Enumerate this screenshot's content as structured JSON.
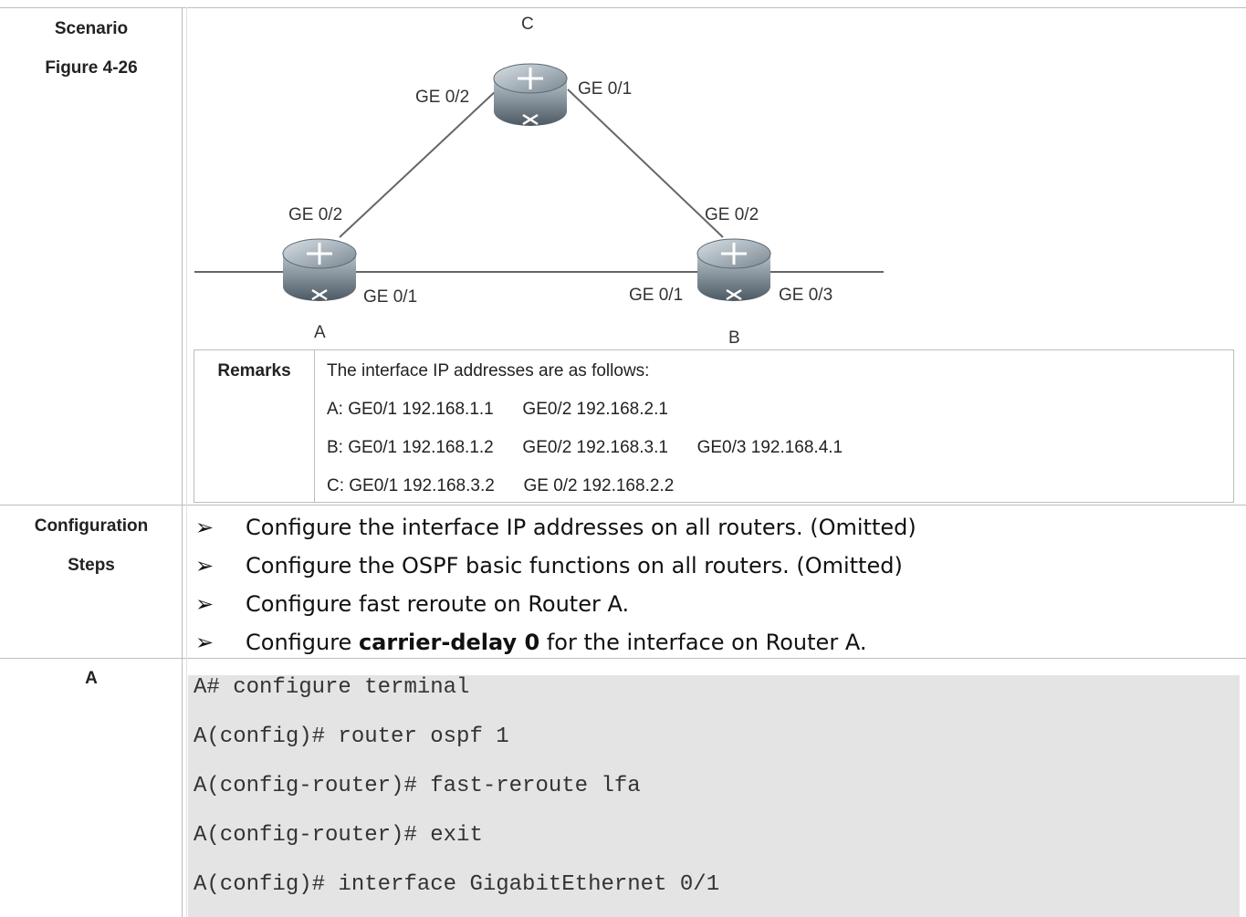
{
  "rows": {
    "scenario": {
      "labels": [
        "Scenario",
        "Figure 4-26"
      ]
    },
    "config_steps": {
      "labels": [
        "Configuration",
        "Steps"
      ]
    },
    "a": {
      "label": "A"
    }
  },
  "diagram": {
    "routers": [
      {
        "name": "C",
        "ports": [
          "GE 0/2",
          "GE 0/1"
        ]
      },
      {
        "name": "A",
        "ports": [
          "GE 0/2",
          "GE 0/1"
        ]
      },
      {
        "name": "B",
        "ports": [
          "GE 0/2",
          "GE 0/1",
          "GE 0/3"
        ]
      }
    ]
  },
  "remarks": {
    "title": "Remarks",
    "lines": [
      "The interface IP addresses are as follows:",
      "A: GE0/1 192.168.1.1      GE0/2 192.168.2.1",
      "B: GE0/1 192.168.1.2      GE0/2 192.168.3.1      GE0/3 192.168.4.1",
      "C: GE0/1 192.168.3.2      GE 0/2 192.168.2.2"
    ]
  },
  "steps": {
    "bullet": "➢",
    "items": [
      {
        "text": "Configure the interface IP addresses on all routers. (Omitted)"
      },
      {
        "text": "Configure the OSPF basic functions on all routers. (Omitted)"
      },
      {
        "text": "Configure fast reroute on Router A."
      },
      {
        "before": "Configure ",
        "bold": "carrier-delay 0",
        "after": " for the interface on Router A."
      }
    ]
  },
  "code": {
    "lines": [
      "A# configure terminal",
      "A(config)# router ospf 1",
      "A(config-router)# fast-reroute lfa",
      "A(config-router)# exit",
      "A(config)# interface GigabitEthernet 0/1"
    ]
  }
}
